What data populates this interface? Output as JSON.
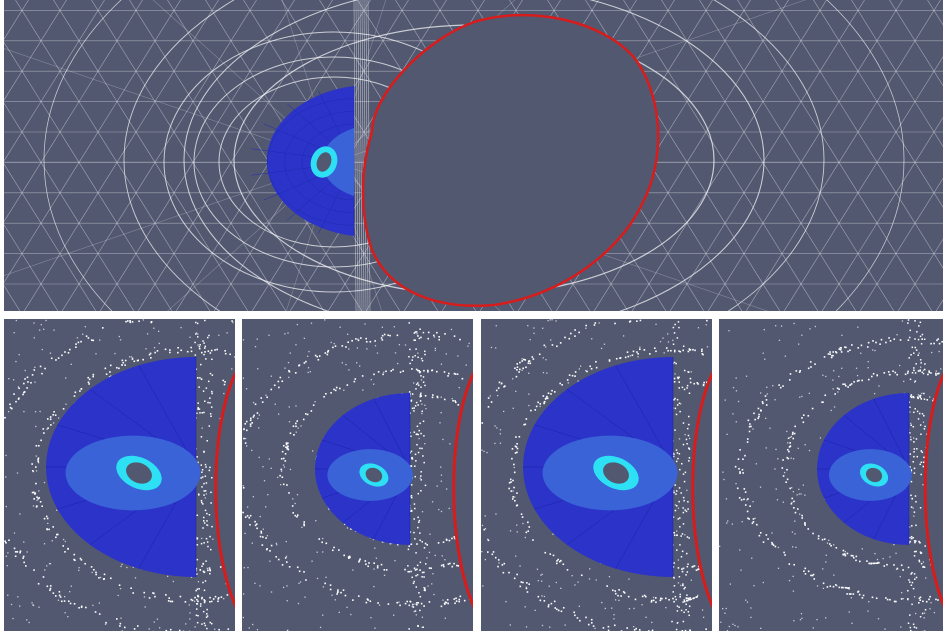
{
  "figure": {
    "colors": {
      "background": "#525870",
      "mesh_line": "#ffffff",
      "inner_region_dark": "#2b33c9",
      "inner_region_mid": "#3a63d8",
      "ring_cyan": "#2ee0f4",
      "core": "#525870",
      "boundary": "#d81c1c"
    },
    "panels": [
      {
        "id": "top",
        "label": "",
        "mesh_style": "wireframe"
      },
      {
        "id": "bottom-1",
        "label": "",
        "mesh_style": "points"
      },
      {
        "id": "bottom-2",
        "label": "",
        "mesh_style": "points"
      },
      {
        "id": "bottom-3",
        "label": "",
        "mesh_style": "points"
      },
      {
        "id": "bottom-4",
        "label": "",
        "mesh_style": "points"
      }
    ]
  }
}
